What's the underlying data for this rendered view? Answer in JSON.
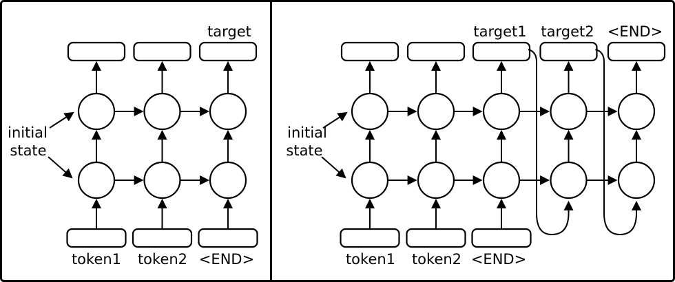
{
  "figure": {
    "left_panel": {
      "initial_state_line1": "initial",
      "initial_state_line2": "state",
      "target_label": "target",
      "input_labels": [
        "token1",
        "token2",
        "<END>"
      ]
    },
    "right_panel": {
      "initial_state_line1": "initial",
      "initial_state_line2": "state",
      "target_labels": [
        "target1",
        "target2",
        "<END>"
      ],
      "input_labels": [
        "token1",
        "token2",
        "<END>"
      ]
    },
    "colors": {
      "stroke": "#000000",
      "background": "#ffffff"
    }
  }
}
